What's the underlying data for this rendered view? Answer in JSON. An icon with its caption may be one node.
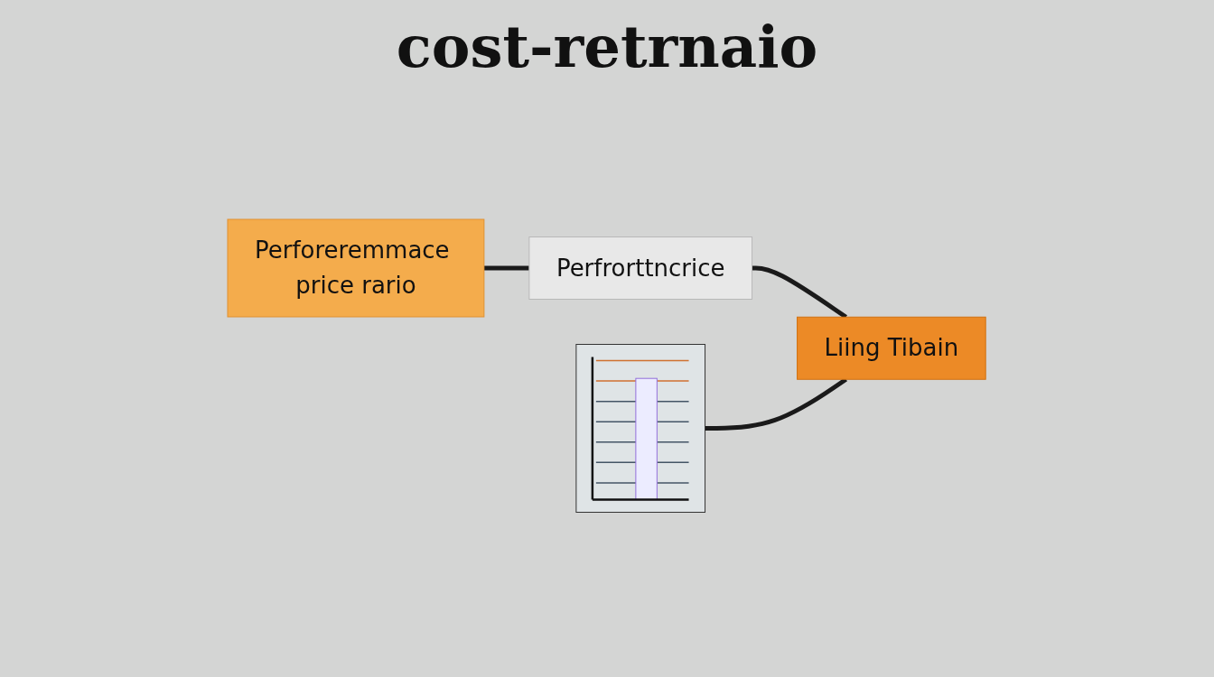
{
  "diagram": {
    "title": "cost-retrnaio",
    "nodes": [
      {
        "text": [
          "Perforeremmace price rario"
        ]
      },
      {
        "text": [
          "Perfrorttncrice"
        ]
      },
      {
        "text": [],
        "shape": "picture"
      },
      {
        "text": [
          "Liing Tibain"
        ]
      }
    ],
    "edges": [
      {
        "from": 0,
        "to": 1,
        "arrow": "none"
      },
      {
        "from": 1,
        "to": 3,
        "arrow": "none"
      },
      {
        "from": 2,
        "to": 3,
        "arrow": "none"
      }
    ]
  }
}
